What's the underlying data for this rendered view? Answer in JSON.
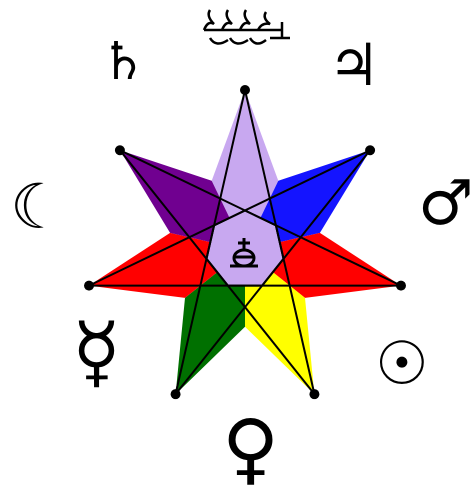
{
  "diagram": {
    "segment_colors": [
      "#c8a8f0",
      "#1414ff",
      "#ff0000",
      "#ffff00",
      "#007000",
      "#ff0000",
      "#700090",
      "#000000"
    ],
    "center_fill": "#c8a8f0",
    "outline_color": "#000000",
    "icons": [
      "saturn-symbol",
      "jupiter-symbol",
      "moon-symbol",
      "mars-symbol",
      "sun-symbol",
      "venus-symbol",
      "mercury-symbol",
      "earth-symbol",
      "sigil"
    ]
  }
}
